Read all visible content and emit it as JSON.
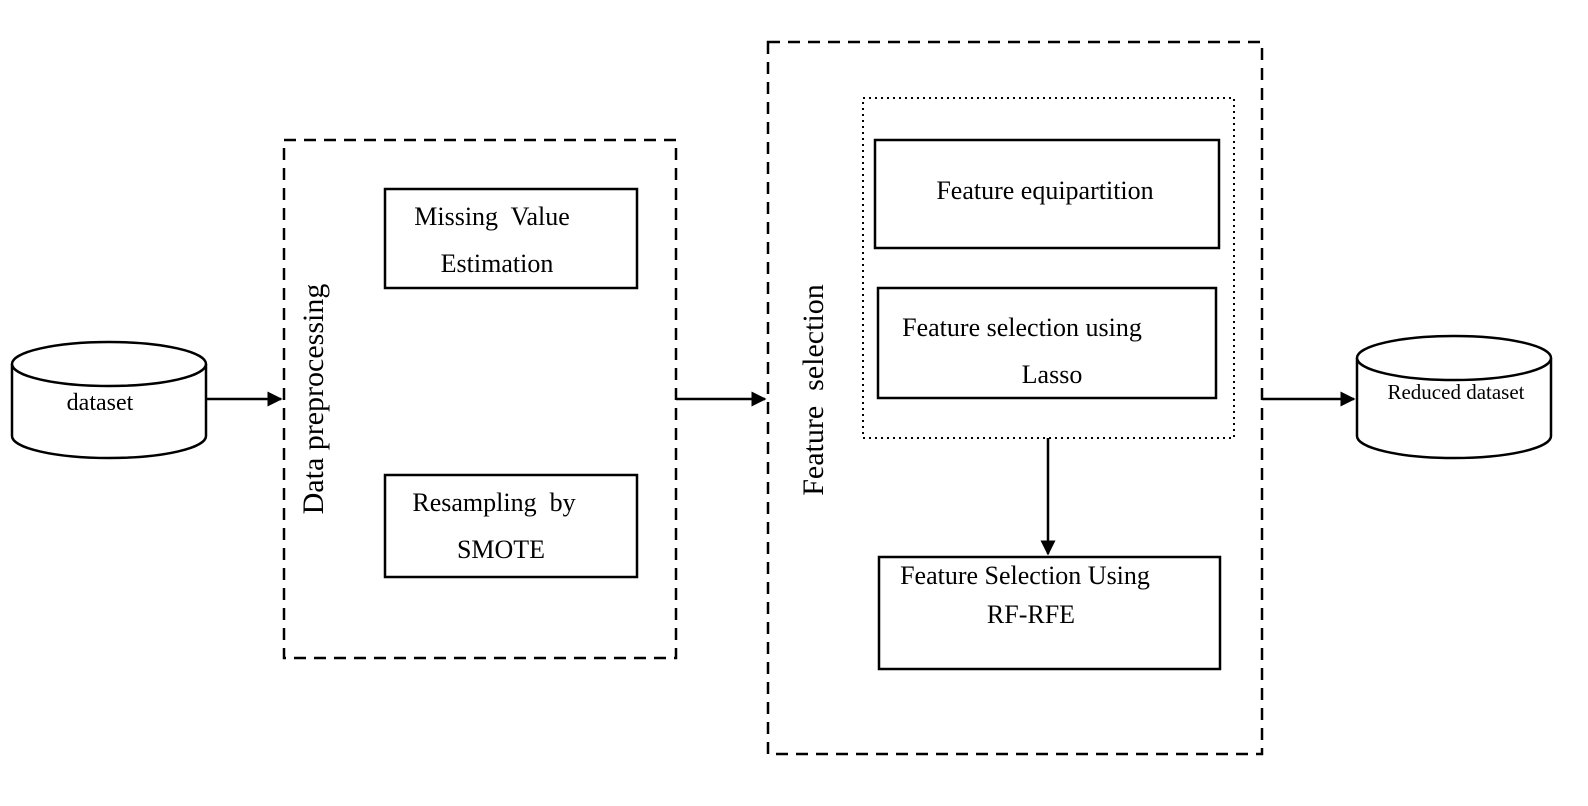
{
  "nodes": {
    "dataset": "dataset",
    "data_preprocessing": "Data preprocessing",
    "missing_value": [
      "Missing  Value",
      "Estimation"
    ],
    "resampling": [
      "Resampling  by",
      "SMOTE"
    ],
    "feature_selection": "Feature  selection",
    "feature_equipartition": "Feature equipartition",
    "lasso": [
      "Feature selection using",
      "Lasso"
    ],
    "rf_rfe": [
      "Feature Selection Using",
      "RF-RFE"
    ],
    "reduced_dataset": "Reduced dataset"
  },
  "colors": {
    "stroke": "#000000",
    "background": "#ffffff"
  }
}
